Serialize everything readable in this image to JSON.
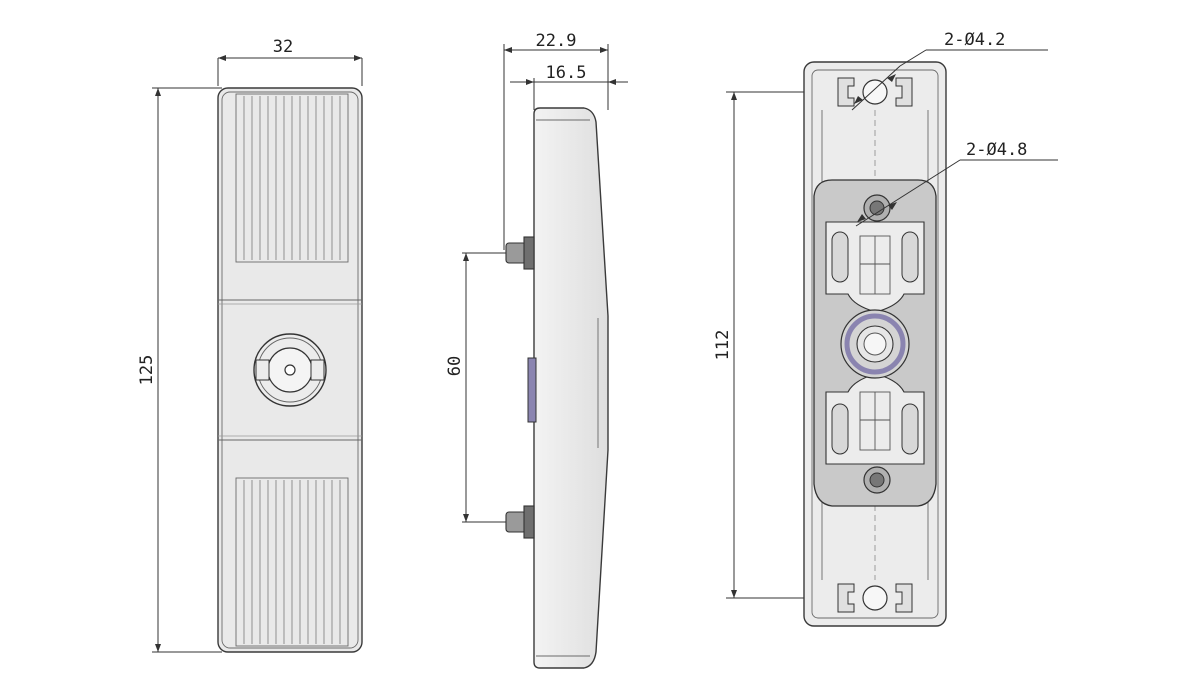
{
  "drawing": {
    "front_view": {
      "width_label": "32",
      "height_label": "125"
    },
    "side_view": {
      "depth_label": "22.9",
      "base_depth_label": "16.5",
      "stud_spacing_label": "60"
    },
    "back_view": {
      "hole_spacing_label": "112",
      "hole_a_label": "2-Ø4.2",
      "hole_b_label": "2-Ø4.8"
    }
  },
  "colors": {
    "body_fill": "#e9e9e9",
    "outline": "#3a3a3a",
    "plate_fill": "#c9c9c9",
    "ring_accent": "#8a84b0",
    "background": "#ffffff"
  }
}
